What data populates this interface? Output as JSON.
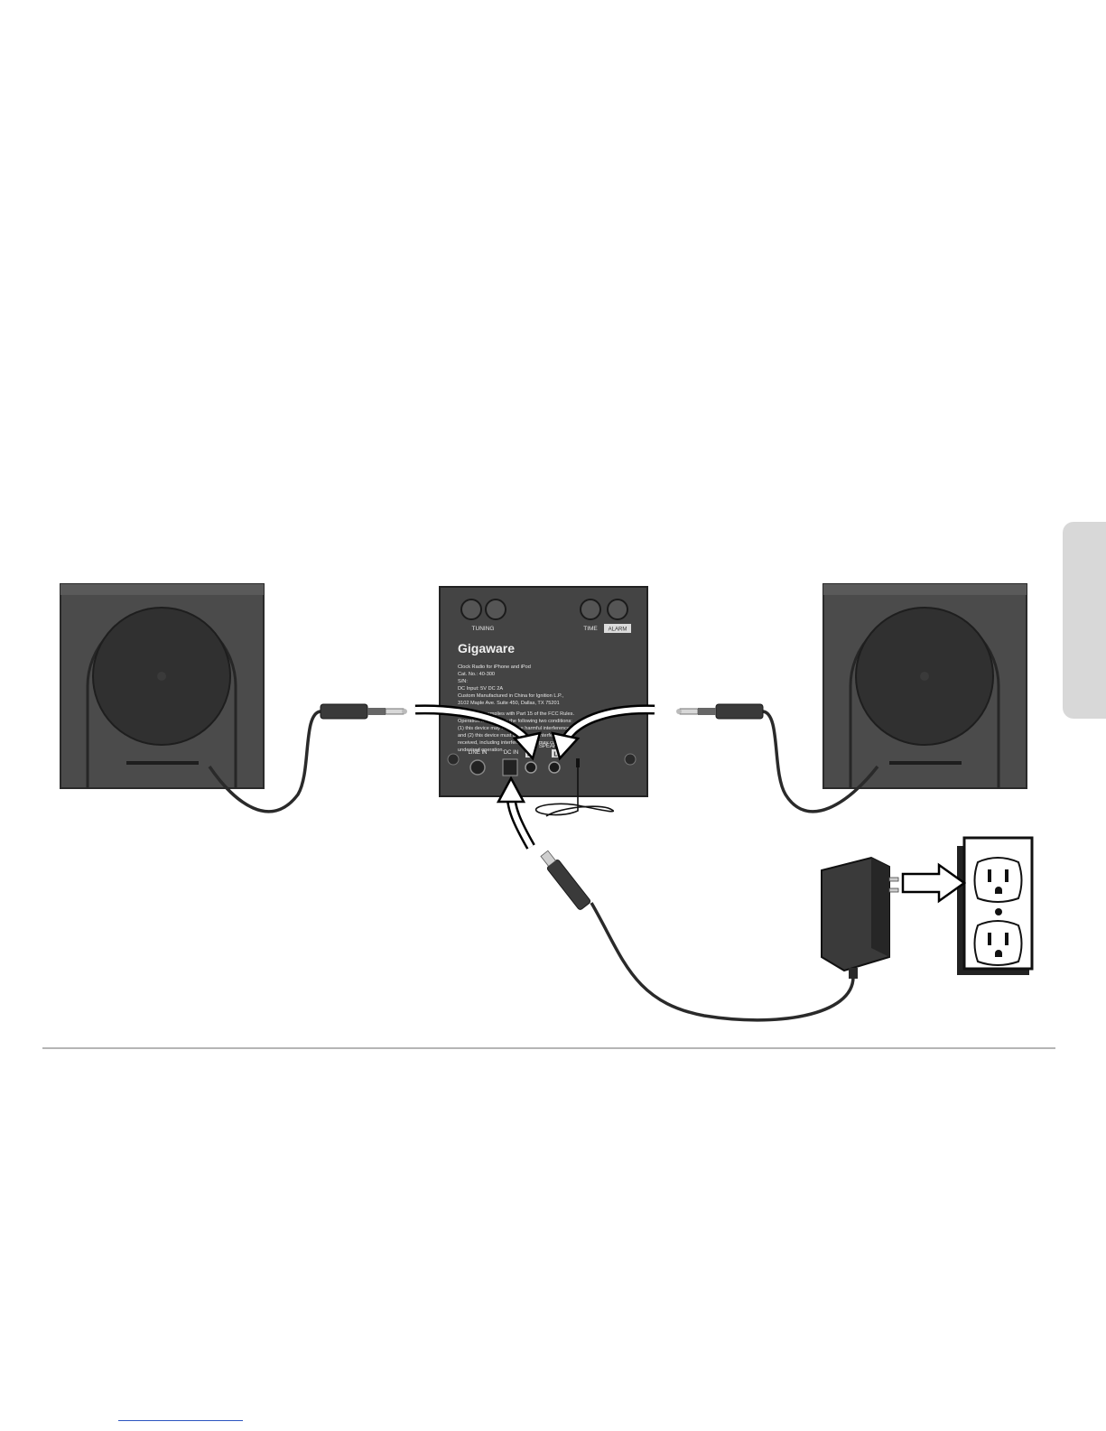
{
  "device": {
    "brand_logo": "Gigaware",
    "button_labels": {
      "tuning": "TUNING",
      "time": "TIME",
      "alarm": "ALARM"
    },
    "label_lines": [
      "Clock Radio for iPhone and iPod",
      "Cat. No.: 40-300",
      "S/N:",
      "DC Input: 5V DC 2A",
      "Custom Manufactured in China for Ignition L.P.,",
      "3102 Maple Ave. Suite 450, Dallas, TX 75201",
      "This device complies with Part 15 of the FCC Rules.",
      "Operation is subject to the following two conditions:",
      "(1) this device may not cause harmful interference,",
      "and (2) this device must accept any interference",
      "received, including interference that may cause",
      "undesired operation."
    ],
    "port_labels": {
      "line_in": "LINE IN",
      "dc_in": "DC IN",
      "speaker": "SPEAKER",
      "right": "R",
      "left": "L"
    }
  },
  "colors": {
    "speaker_body": "#4a4a4a",
    "speaker_driver": "#2f2f2f",
    "unit_body": "#454545",
    "cable": "#2a2a2a",
    "arrow_fill": "#ffffff",
    "arrow_stroke": "#000000",
    "outlet": "#ffffff"
  }
}
